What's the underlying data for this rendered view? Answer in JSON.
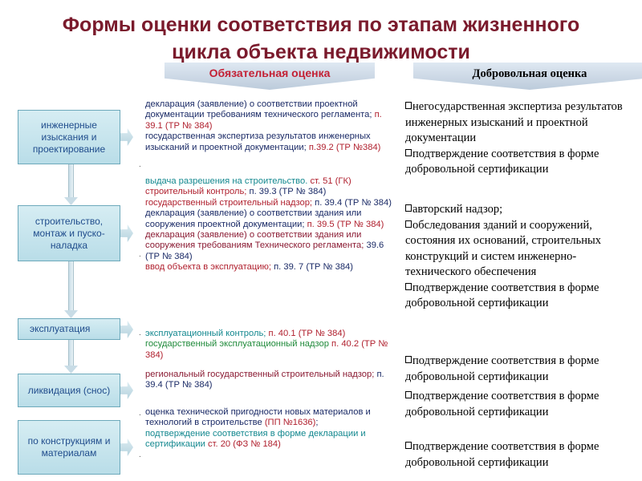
{
  "title": {
    "line1": "Формы оценки соответствия по этапам  жизненного",
    "line2": "цикла объекта недвижимости"
  },
  "headers": {
    "mandatory": "Обязательная оценка",
    "voluntary": "Добровольная оценка"
  },
  "stages": {
    "engineering": "инженерные изыскания и проектирование",
    "construction": "строительство, монтаж и пуско-наладка",
    "operation": "эксплуатация",
    "liquidation": "ликвидация (снос)",
    "materials": "по конструкциям и материалам"
  },
  "mandatory": {
    "eng": [
      {
        "text": "декларация (заявление) о соответствии проектной  документации требованиям технического регламента; ",
        "ref": "п. 39.1 (ТР № 384)"
      },
      {
        "text": "государственная экспертиза результатов инженерных изысканий и проектной документации; ",
        "ref": "п.39.2 (ТР №384)"
      }
    ],
    "build": [
      {
        "text": "выдача разрешения на строительство. ",
        "ref": "ст. 51 (ГК)"
      },
      {
        "text": "строительный контроль; ",
        "ref": "п. 39.3 (ТР № 384)"
      },
      {
        "text": "государственный строительный надзор; ",
        "ref": "п. 39.4 (ТР № 384)"
      },
      {
        "text": "декларация (заявление) о соответствии здания или сооружения проектной документации; ",
        "ref": "п. 39.5 (ТР № 384)"
      },
      {
        "text": "декларация (заявление) о соответствии здания или сооружения требованиям Технического регламента; ",
        "ref": "39.6 (ТР № 384)"
      },
      {
        "text": "ввод объекта в эксплуатацию; ",
        "ref": "п. 39. 7 (ТР № 384)"
      }
    ],
    "ops": [
      {
        "text": "эксплуатационный контроль; ",
        "ref": "п. 40.1 (ТР № 384)"
      },
      {
        "text": "государственный эксплуатационный надзор ",
        "ref": "п. 40.2 (ТР № 384)"
      }
    ],
    "liq": [
      {
        "text": "региональный государственный строительный надзор; ",
        "ref": "п. 39.4 (ТР № 384)"
      }
    ],
    "mat": [
      {
        "text": "оценка технической пригодности новых материалов и технологий в строительстве ",
        "ref": "(ПП №1636)",
        "tail": ";"
      },
      {
        "text": "подтверждение соответствия в форме декларации и сертификации  ",
        "ref": "ст. 20 (ФЗ № 184)"
      }
    ],
    "dot": "."
  },
  "voluntary": {
    "eng": [
      "негосударственная экспертиза результатов инженерных изысканий и проектной документации",
      "подтверждение соответствия в форме добровольной сертификации"
    ],
    "build": [
      "авторский надзор;",
      "обследования зданий и сооружений, состояния их оснований, строительных конструкций и систем инженерно-технического обеспечения",
      "подтверждение соответствия в форме добровольной сертификации"
    ],
    "ops": [
      "подтверждение соответствия в форме добровольной сертификации"
    ],
    "liq": [
      "подтверждение соответствия в форме добровольной сертификации"
    ],
    "mat": [
      "подтверждение соответствия в форме добровольной сертификации"
    ]
  },
  "colors": {
    "title": "#7a1a2c",
    "mandatory_header": "#c32034",
    "voluntary_header": "#243a87",
    "stage_box": "#b9dde8",
    "reference": "#b0202e"
  }
}
